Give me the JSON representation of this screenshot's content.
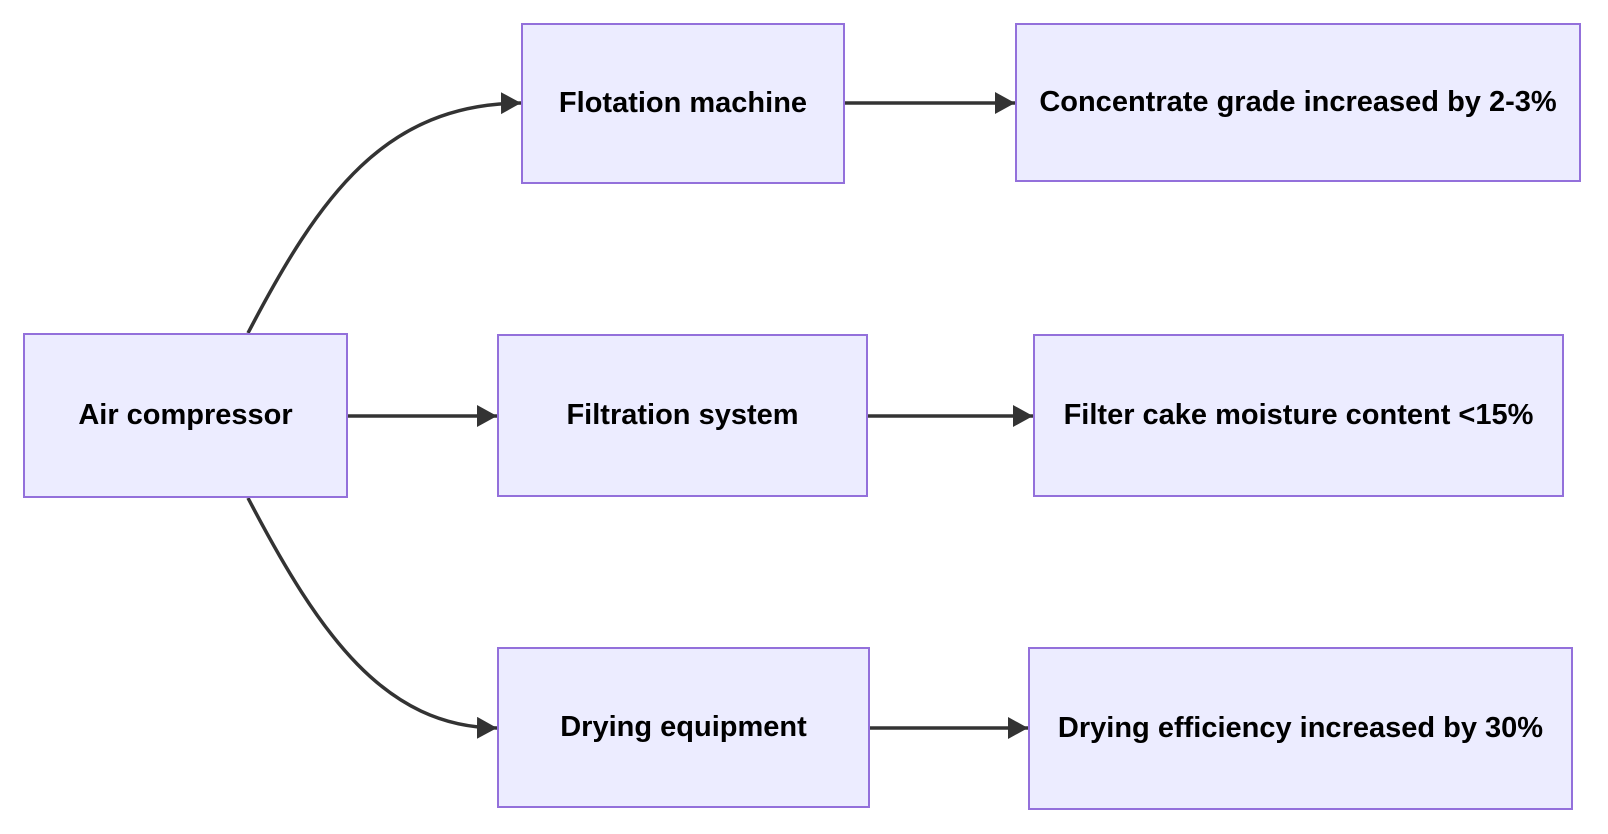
{
  "diagram": {
    "type": "flowchart",
    "direction": "left-to-right",
    "nodes": {
      "air_compressor": {
        "label": "Air compressor"
      },
      "flotation_machine": {
        "label": "Flotation machine"
      },
      "filtration_system": {
        "label": "Filtration system"
      },
      "drying_equipment": {
        "label": "Drying equipment"
      },
      "concentrate_grade": {
        "label": "Concentrate grade increased by 2-3%"
      },
      "filter_cake": {
        "label": "Filter cake moisture content <15%"
      },
      "drying_efficiency": {
        "label": "Drying efficiency increased by 30%"
      }
    },
    "edges": [
      {
        "from": "Air compressor",
        "to": "Flotation machine"
      },
      {
        "from": "Air compressor",
        "to": "Filtration system"
      },
      {
        "from": "Air compressor",
        "to": "Drying equipment"
      },
      {
        "from": "Flotation machine",
        "to": "Concentrate grade increased by 2-3%"
      },
      {
        "from": "Filtration system",
        "to": "Filter cake moisture content <15%"
      },
      {
        "from": "Drying equipment",
        "to": "Drying efficiency increased by 30%"
      }
    ],
    "colors": {
      "node_fill": "#ECECFF",
      "node_border": "#9370DB",
      "arrow": "#333333",
      "text": "#000000",
      "background": "#FFFFFF"
    }
  }
}
